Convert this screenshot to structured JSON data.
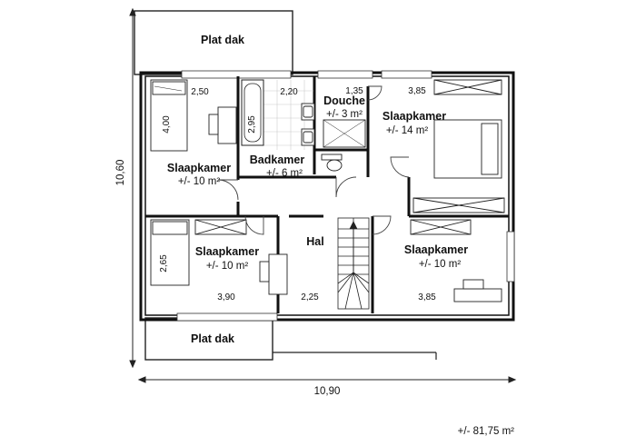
{
  "roof_top": "Plat dak",
  "roof_bottom": "Plat dak",
  "rooms": {
    "bedroom_nw": {
      "name": "Slaapkamer",
      "area": "+/- 10 m²"
    },
    "bathroom": {
      "name": "Badkamer",
      "area": "+/- 6 m²"
    },
    "shower": {
      "name": "Douche",
      "area": "+/- 3 m²"
    },
    "bedroom_ne": {
      "name": "Slaapkamer",
      "area": "+/- 14 m²"
    },
    "bedroom_sw": {
      "name": "Slaapkamer",
      "area": "+/- 10 m²"
    },
    "hall": {
      "name": "Hal"
    },
    "bedroom_se": {
      "name": "Slaapkamer",
      "area": "+/- 10 m²"
    }
  },
  "dimensions": {
    "nw_width": "2,50",
    "nw_depth": "4,00",
    "bath_width": "2,20",
    "bath_depth": "2,95",
    "shower_width": "1,35",
    "ne_width": "3,85",
    "sw_depth": "2,65",
    "sw_width": "3,90",
    "hall_width": "2,25",
    "se_width": "3,85",
    "overall_height": "10,60",
    "overall_width": "10,90"
  },
  "total_area": "+/- 81,75 m²"
}
